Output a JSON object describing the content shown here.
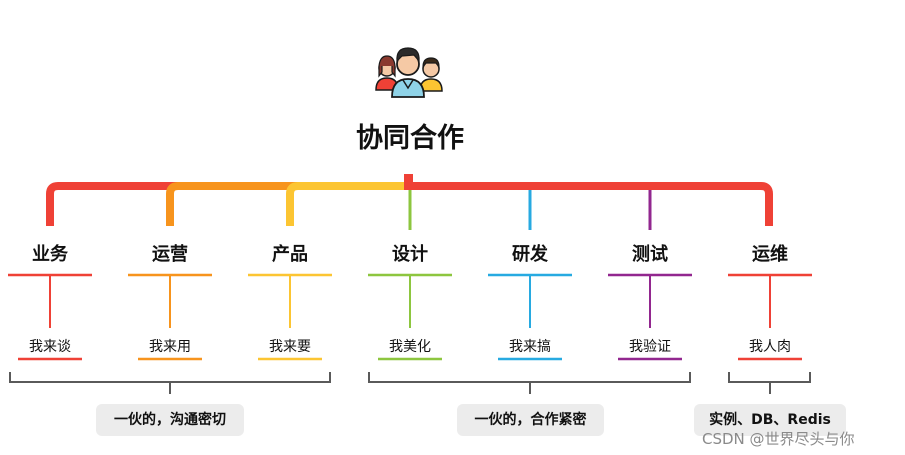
{
  "title": "协同合作",
  "colors": {
    "red": "#ef4136",
    "orange": "#f7941d",
    "yellow": "#fcc532",
    "green": "#8dc63f",
    "cyan": "#27aae1",
    "purple": "#92278f",
    "gray_bracket": "#5a5a5a",
    "note_bg": "#ececec"
  },
  "roles": [
    {
      "label": "业务",
      "phrase": "我来谈",
      "color": "#ef4136"
    },
    {
      "label": "运营",
      "phrase": "我来用",
      "color": "#f7941d"
    },
    {
      "label": "产品",
      "phrase": "我来要",
      "color": "#fcc532"
    },
    {
      "label": "设计",
      "phrase": "我美化",
      "color": "#8dc63f"
    },
    {
      "label": "研发",
      "phrase": "我来搞",
      "color": "#27aae1"
    },
    {
      "label": "测试",
      "phrase": "我验证",
      "color": "#92278f"
    },
    {
      "label": "运维",
      "phrase": "我人肉",
      "color": "#ef4136"
    }
  ],
  "groups": [
    {
      "note": "一伙的，沟通密切"
    },
    {
      "note": "一伙的，合作紧密"
    },
    {
      "note": "实例、DB、Redis"
    }
  ],
  "icon": "people-group-icon",
  "watermark": "CSDN @世界尽头与你"
}
